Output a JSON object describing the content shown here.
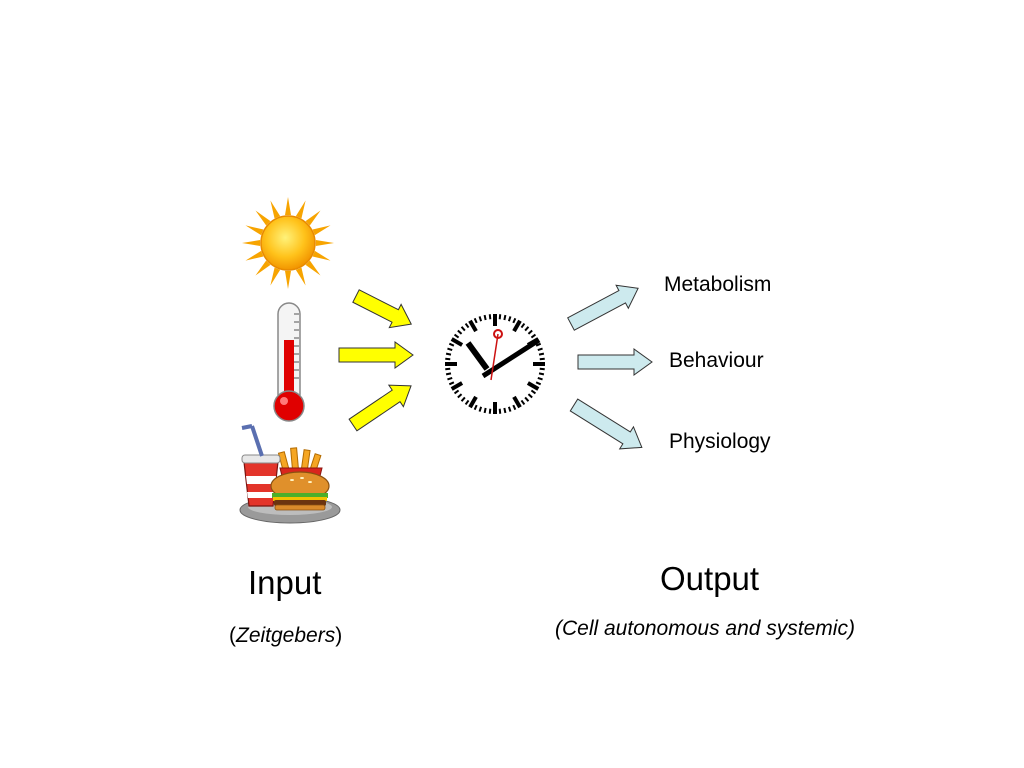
{
  "colors": {
    "input_arrow": "#ffff00",
    "output_arrow": "#cdeaee",
    "arrow_stroke": "#333333",
    "sun": "#f7a400",
    "thermo_red": "#e00000",
    "clock_hand": "#000000",
    "clock_second": "#cc1111"
  },
  "icons": {
    "sun": "sun-icon",
    "thermometer": "thermometer-icon",
    "food": "fast-food-icon",
    "clock": "clock-icon"
  },
  "outputs": {
    "metabolism": "Metabolism",
    "behaviour": "Behaviour",
    "physiology": "Physiology"
  },
  "input": {
    "title": "Input",
    "paren_open": "(",
    "subtitle": "Zeitgebers",
    "paren_close": ")"
  },
  "output": {
    "title": "Output",
    "subtitle": "(Cell autonomous and systemic)"
  }
}
